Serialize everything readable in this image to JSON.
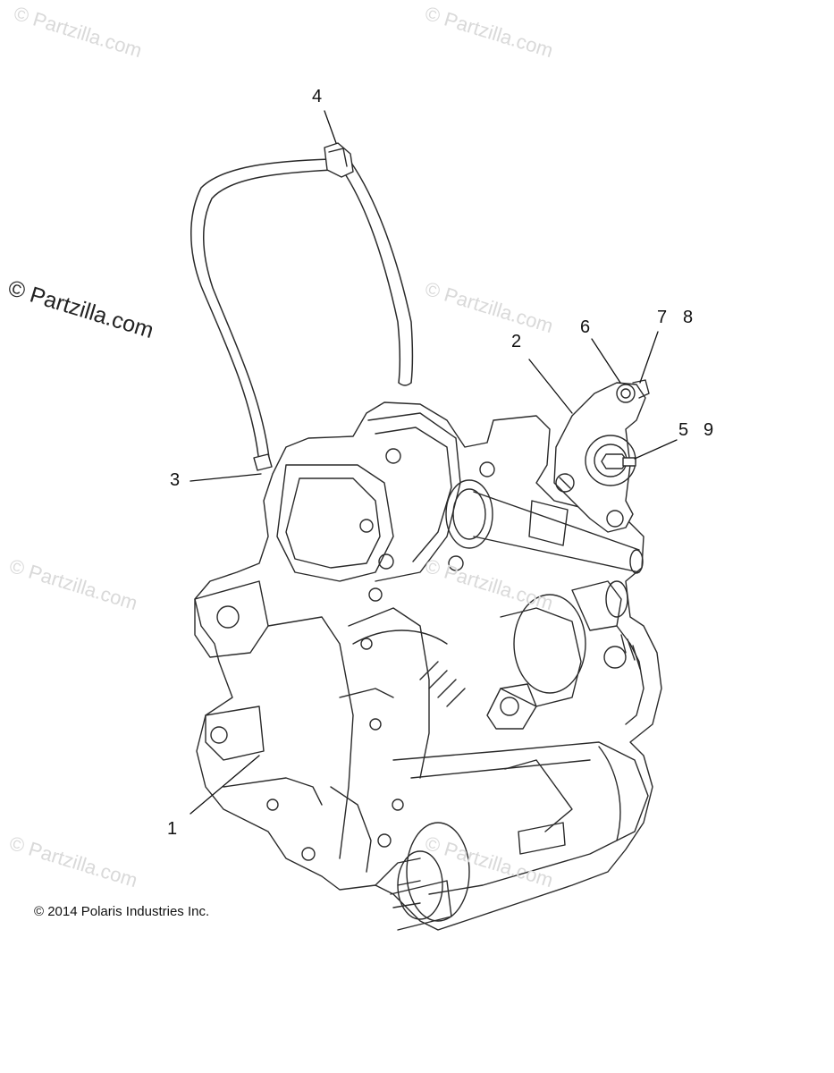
{
  "watermark_text": "© Partzilla.com",
  "watermark_strong_text": "© Partzilla.com",
  "copyright": "© 2014 Polaris Industries Inc.",
  "callouts": {
    "c1": "1",
    "c2": "2",
    "c3": "3",
    "c4": "4",
    "c5": "5",
    "c6": "6",
    "c7": "7",
    "c8": "8",
    "c9": "9"
  }
}
